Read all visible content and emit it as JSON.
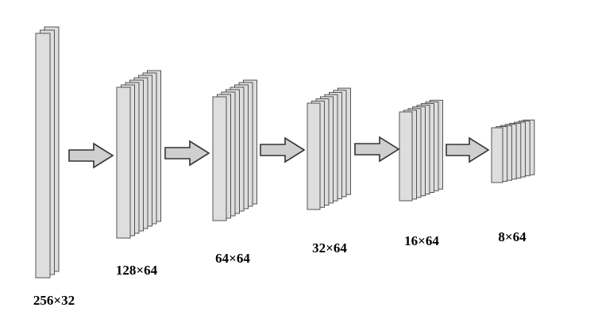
{
  "stages": [
    {
      "label": "256×32"
    },
    {
      "label": "128×64"
    },
    {
      "label": "64×64"
    },
    {
      "label": "32×64"
    },
    {
      "label": "16×64"
    },
    {
      "label": "8×64"
    }
  ],
  "colors": {
    "layer_fill": "#dedede",
    "layer_stroke": "#444444",
    "arrow_fill": "#cfcfcf",
    "arrow_stroke": "#333333",
    "label": "#000000"
  }
}
